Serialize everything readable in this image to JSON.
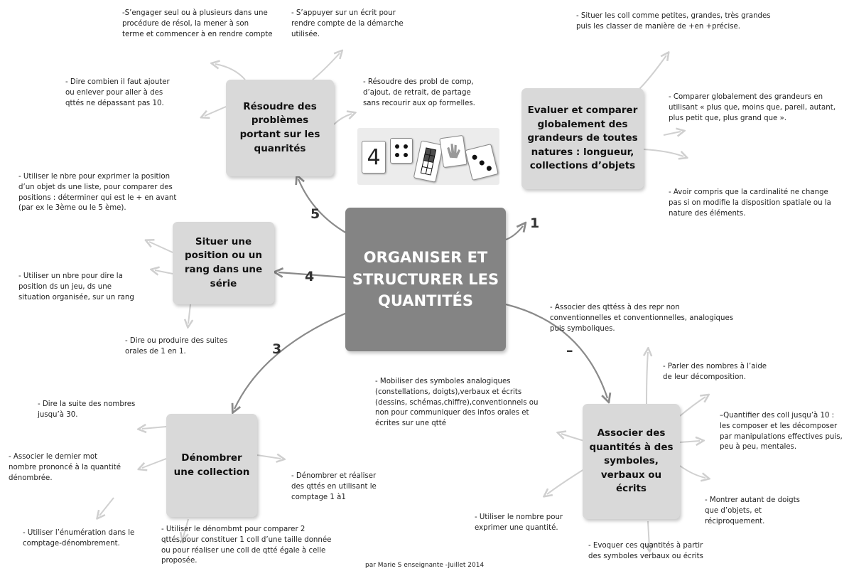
{
  "center": {
    "title": "ORGANISER ET STRUCTURER LES QUANTITÉS"
  },
  "branches": {
    "b1": {
      "number": "1",
      "label": "Evaluer et comparer globalement des grandeurs de toutes natures : longueur, collections d’objets"
    },
    "b2": {
      "number": "–",
      "label": "Associer des quantités à des symboles, verbaux ou écrits"
    },
    "b3": {
      "number": "3",
      "label": "Dénombrer une collection"
    },
    "b4": {
      "number": "4",
      "label": "Situer une position ou un rang dans une série"
    },
    "b5": {
      "number": "5",
      "label": "Résoudre des problèmes portant sur les quanrités"
    }
  },
  "notes": {
    "n5a": "-S’engager seul ou à plusieurs dans une\nprocédure de résol, la mener à son\nterme et commencer à en rendre compte",
    "n5b": "- S’appuyer sur un écrit pour\nrendre compte de la démarche\nutilisée.",
    "n5c": "- Dire combien il faut ajouter\nou enlever pour aller à des\nqttés ne dépassant pas 10.",
    "n5d": "- Résoudre des probl de comp,\nd’ajout, de retrait, de partage\nsans recourir aux op formelles.",
    "n1a": "- Situer les coll comme petites, grandes, très grandes\npuis les classer de manière de +en +précise.",
    "n1b": "- Comparer globalement des grandeurs en\nutilisant « plus que, moins que, pareil, autant,\nplus petit que, plus grand que ».",
    "n1c": "- Avoir compris que la cardinalité ne change\npas si on modifie la disposition spatiale ou la\nnature des éléments.",
    "n4a": "- Utiliser le nbre  pour exprimer la position\nd’un objet ds une liste, pour comparer des\npositions : déterminer qui est le + en avant\n(par ex  le 3ème ou le 5 ème).",
    "n4b": "- Utiliser un nbre pour dire la\nposition ds un jeu, ds une\nsituation organisée, sur un rang",
    "n4c": "- Dire ou produire des suites\norales de 1 en 1.",
    "n2a": "- Associer des qttéss à des repr non\nconventionnelles et conventionnelles, analogiques\npuis symboliques.",
    "n2b": "- Mobiliser des symboles analogiques\n(constellations, doigts),verbaux et écrits\n(dessins, schémas,chiffre),conventionnels ou\nnon pour communiquer des infos orales et\nécrites sur une qtté",
    "n2c": "- Parler des nombres à l’aide\nde leur décomposition.",
    "n2d": "–Quantifier des coll jusqu’à 10 :\nles composer et les décomposer\npar manipulations effectives puis,\npeu à peu, mentales.",
    "n2e": "- Utiliser le nombre pour\nexprimer une quantité.",
    "n2f": "- Montrer autant de doigts\nque d’objets, et\nréciproquement.",
    "n2g": "- Evoquer ces quantités à partir\ndes symboles verbaux ou écrits",
    "n3a": "- Dire la suite des nombres\njusqu’à 30.",
    "n3b": "- Associer le dernier mot\nnombre prononcé à la quantité\ndénombrée.",
    "n3c": "- Dénombrer et réaliser\ndes qttés en utilisant le\ncomptage  1 à1",
    "n3d": "- Utiliser l’énumération dans le\ncomptage-dénombrement.",
    "n3e": "- Utiliser le dénombmt pour comparer 2\nqttés,pour constituer 1 coll d’une taille donnée\nou pour réaliser une coll de qtté égale à celle\nproposée."
  },
  "image": {
    "digit": "4"
  },
  "footer": "par Marie S enseignante -Juillet 2014",
  "colors": {
    "center": "#848484",
    "topic": "#d9d9d9",
    "connector_dark": "#8a8a8a",
    "connector_light": "#d0d0d0"
  }
}
